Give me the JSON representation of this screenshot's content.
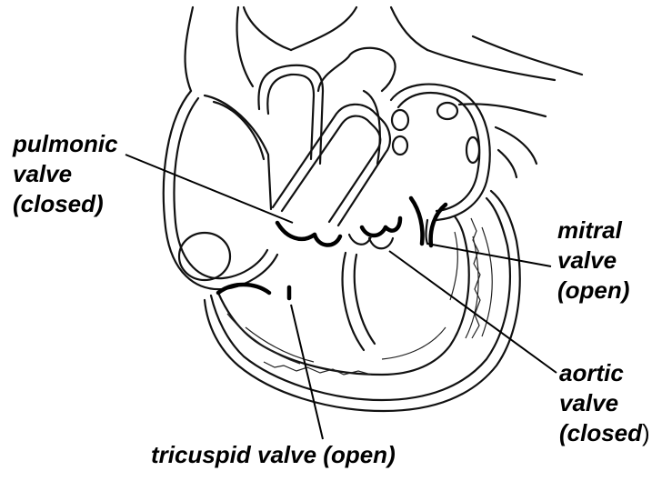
{
  "labels": {
    "pulmonic": [
      "pulmonic",
      "valve",
      "(closed)"
    ],
    "mitral": [
      "mitral",
      "valve",
      "(open)"
    ],
    "aortic": [
      "aortic",
      "valve",
      "(closed"
    ],
    "aortic_paren": ")",
    "tricuspid": "tricuspid valve (open)"
  }
}
